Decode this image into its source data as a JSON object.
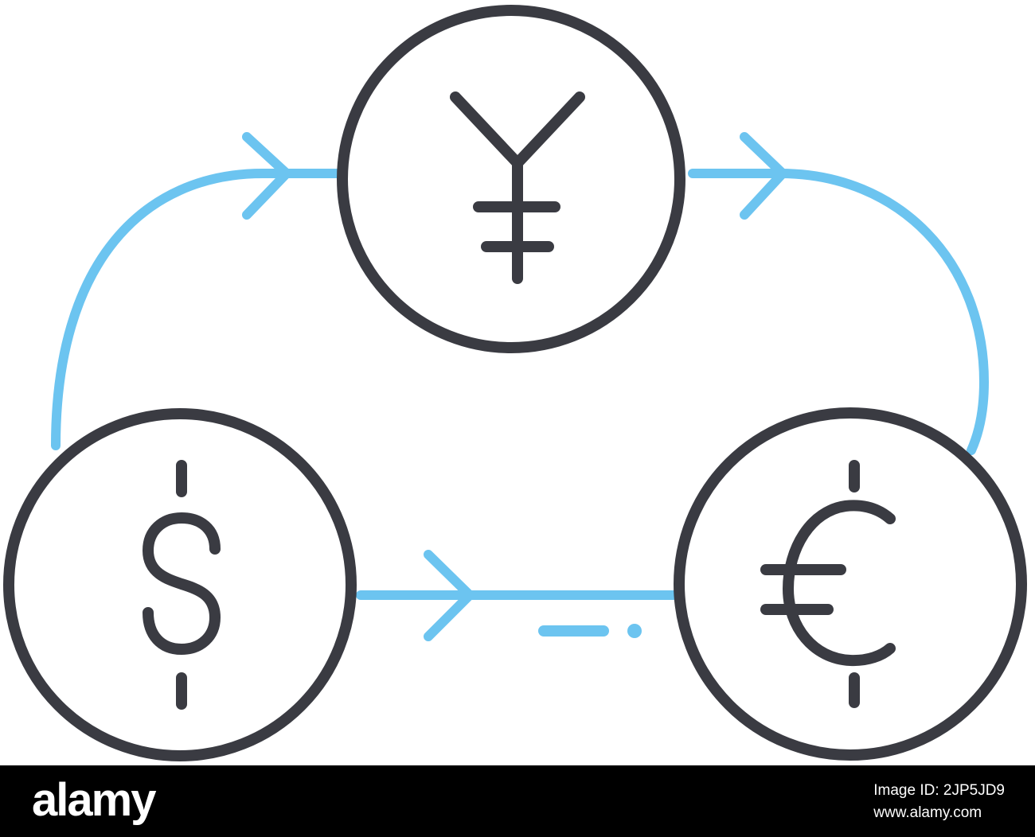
{
  "colors": {
    "background": "#ffffff",
    "outline": "#3a3b42",
    "flow_arrow": "#6cc4f0",
    "footer_bg": "#000000",
    "footer_text": "#ffffff"
  },
  "nodes": [
    {
      "currency": "yen",
      "icon": "yen-icon"
    },
    {
      "currency": "dollar",
      "icon": "dollar-icon"
    },
    {
      "currency": "euro",
      "icon": "euro-icon"
    }
  ],
  "flows": [
    {
      "from": "dollar",
      "to": "yen",
      "icon": "arrow-right-icon"
    },
    {
      "from": "yen",
      "to": "euro",
      "icon": "arrow-right-icon"
    },
    {
      "from": "dollar",
      "to": "euro",
      "icon": "arrow-right-icon"
    }
  ],
  "footer": {
    "brand": "alamy",
    "image_id_label": "Image ID: 2JP5JD9",
    "site": "www.alamy.com"
  }
}
